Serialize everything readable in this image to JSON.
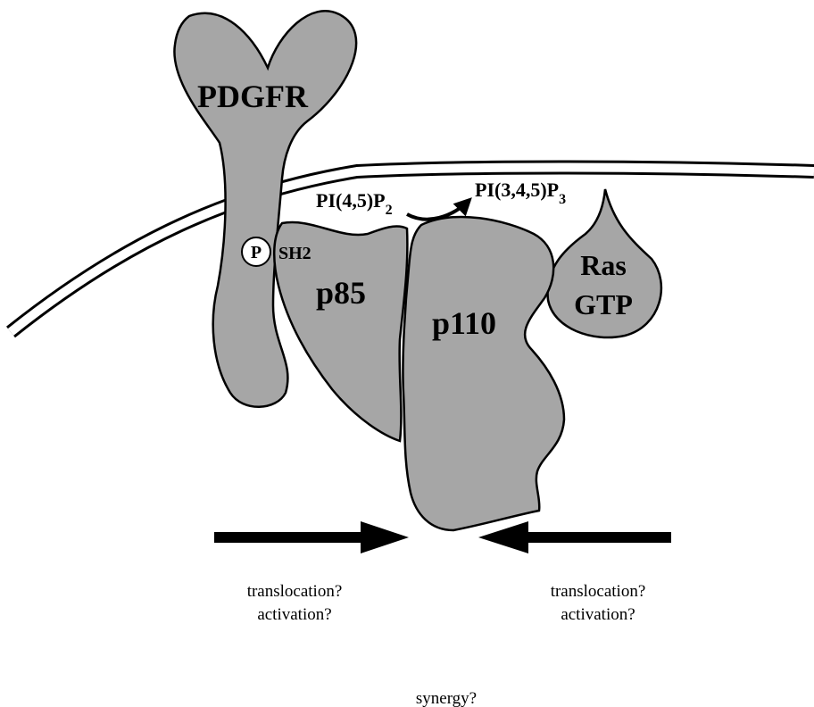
{
  "labels": {
    "receptor": "PDGFR",
    "phospho": "P",
    "sh2": "SH2",
    "regulatory": "p85",
    "catalytic": "p110",
    "ras_line1": "Ras",
    "ras_line2": "GTP",
    "substrate_base": "PI(4,5)P",
    "substrate_sub": "2",
    "product_base": "PI(3,4,5)P",
    "product_sub": "3"
  },
  "captions": {
    "left_line1": "translocation?",
    "left_line2": "activation?",
    "right_line1": "translocation?",
    "right_line2": "activation?",
    "bottom": "synergy?"
  },
  "colors": {
    "protein_fill": "#a6a6a6",
    "stroke": "#000000",
    "phospho_fill": "#ffffff",
    "background": "#ffffff"
  }
}
